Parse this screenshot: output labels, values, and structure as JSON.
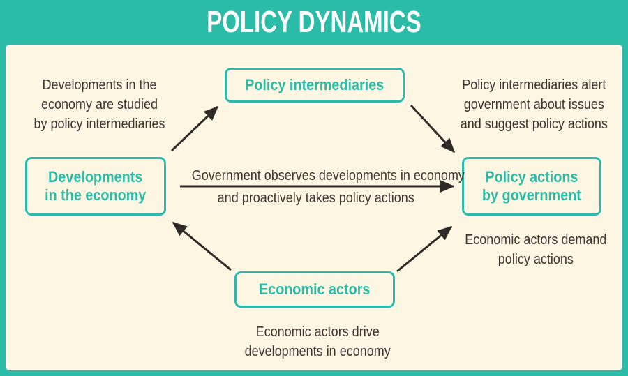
{
  "header": {
    "title": "POLICY DYNAMICS"
  },
  "nodes": {
    "policy_intermediaries": {
      "label": "Policy intermediaries"
    },
    "developments_in_economy": {
      "label": "Developments\nin the economy"
    },
    "policy_actions_by_government": {
      "label": "Policy actions\nby government"
    },
    "economic_actors": {
      "label": "Economic actors"
    }
  },
  "annotations": {
    "top_left": "Developments in the\neconomy are studied\nby policy intermediaries",
    "top_right": "Policy intermediaries alert\ngovernment about issues\nand suggest policy actions",
    "center_top": "Government observes developments in economy",
    "center_bottom": "and proactively takes policy actions",
    "right_lower": "Economic actors demand\npolicy actions",
    "bottom": "Economic actors drive\ndevelopments in economy"
  },
  "edges": [
    {
      "from": "developments_in_economy",
      "to": "policy_intermediaries"
    },
    {
      "from": "policy_intermediaries",
      "to": "policy_actions_by_government"
    },
    {
      "from": "developments_in_economy",
      "to": "policy_actions_by_government"
    },
    {
      "from": "economic_actors",
      "to": "developments_in_economy"
    },
    {
      "from": "economic_actors",
      "to": "policy_actions_by_government"
    }
  ],
  "colors": {
    "teal": "#2ABCA7",
    "cream": "#FCF6E2",
    "text_dark": "#3B3431",
    "arrow": "#2F2A26",
    "title_white": "#FFFFFF"
  }
}
